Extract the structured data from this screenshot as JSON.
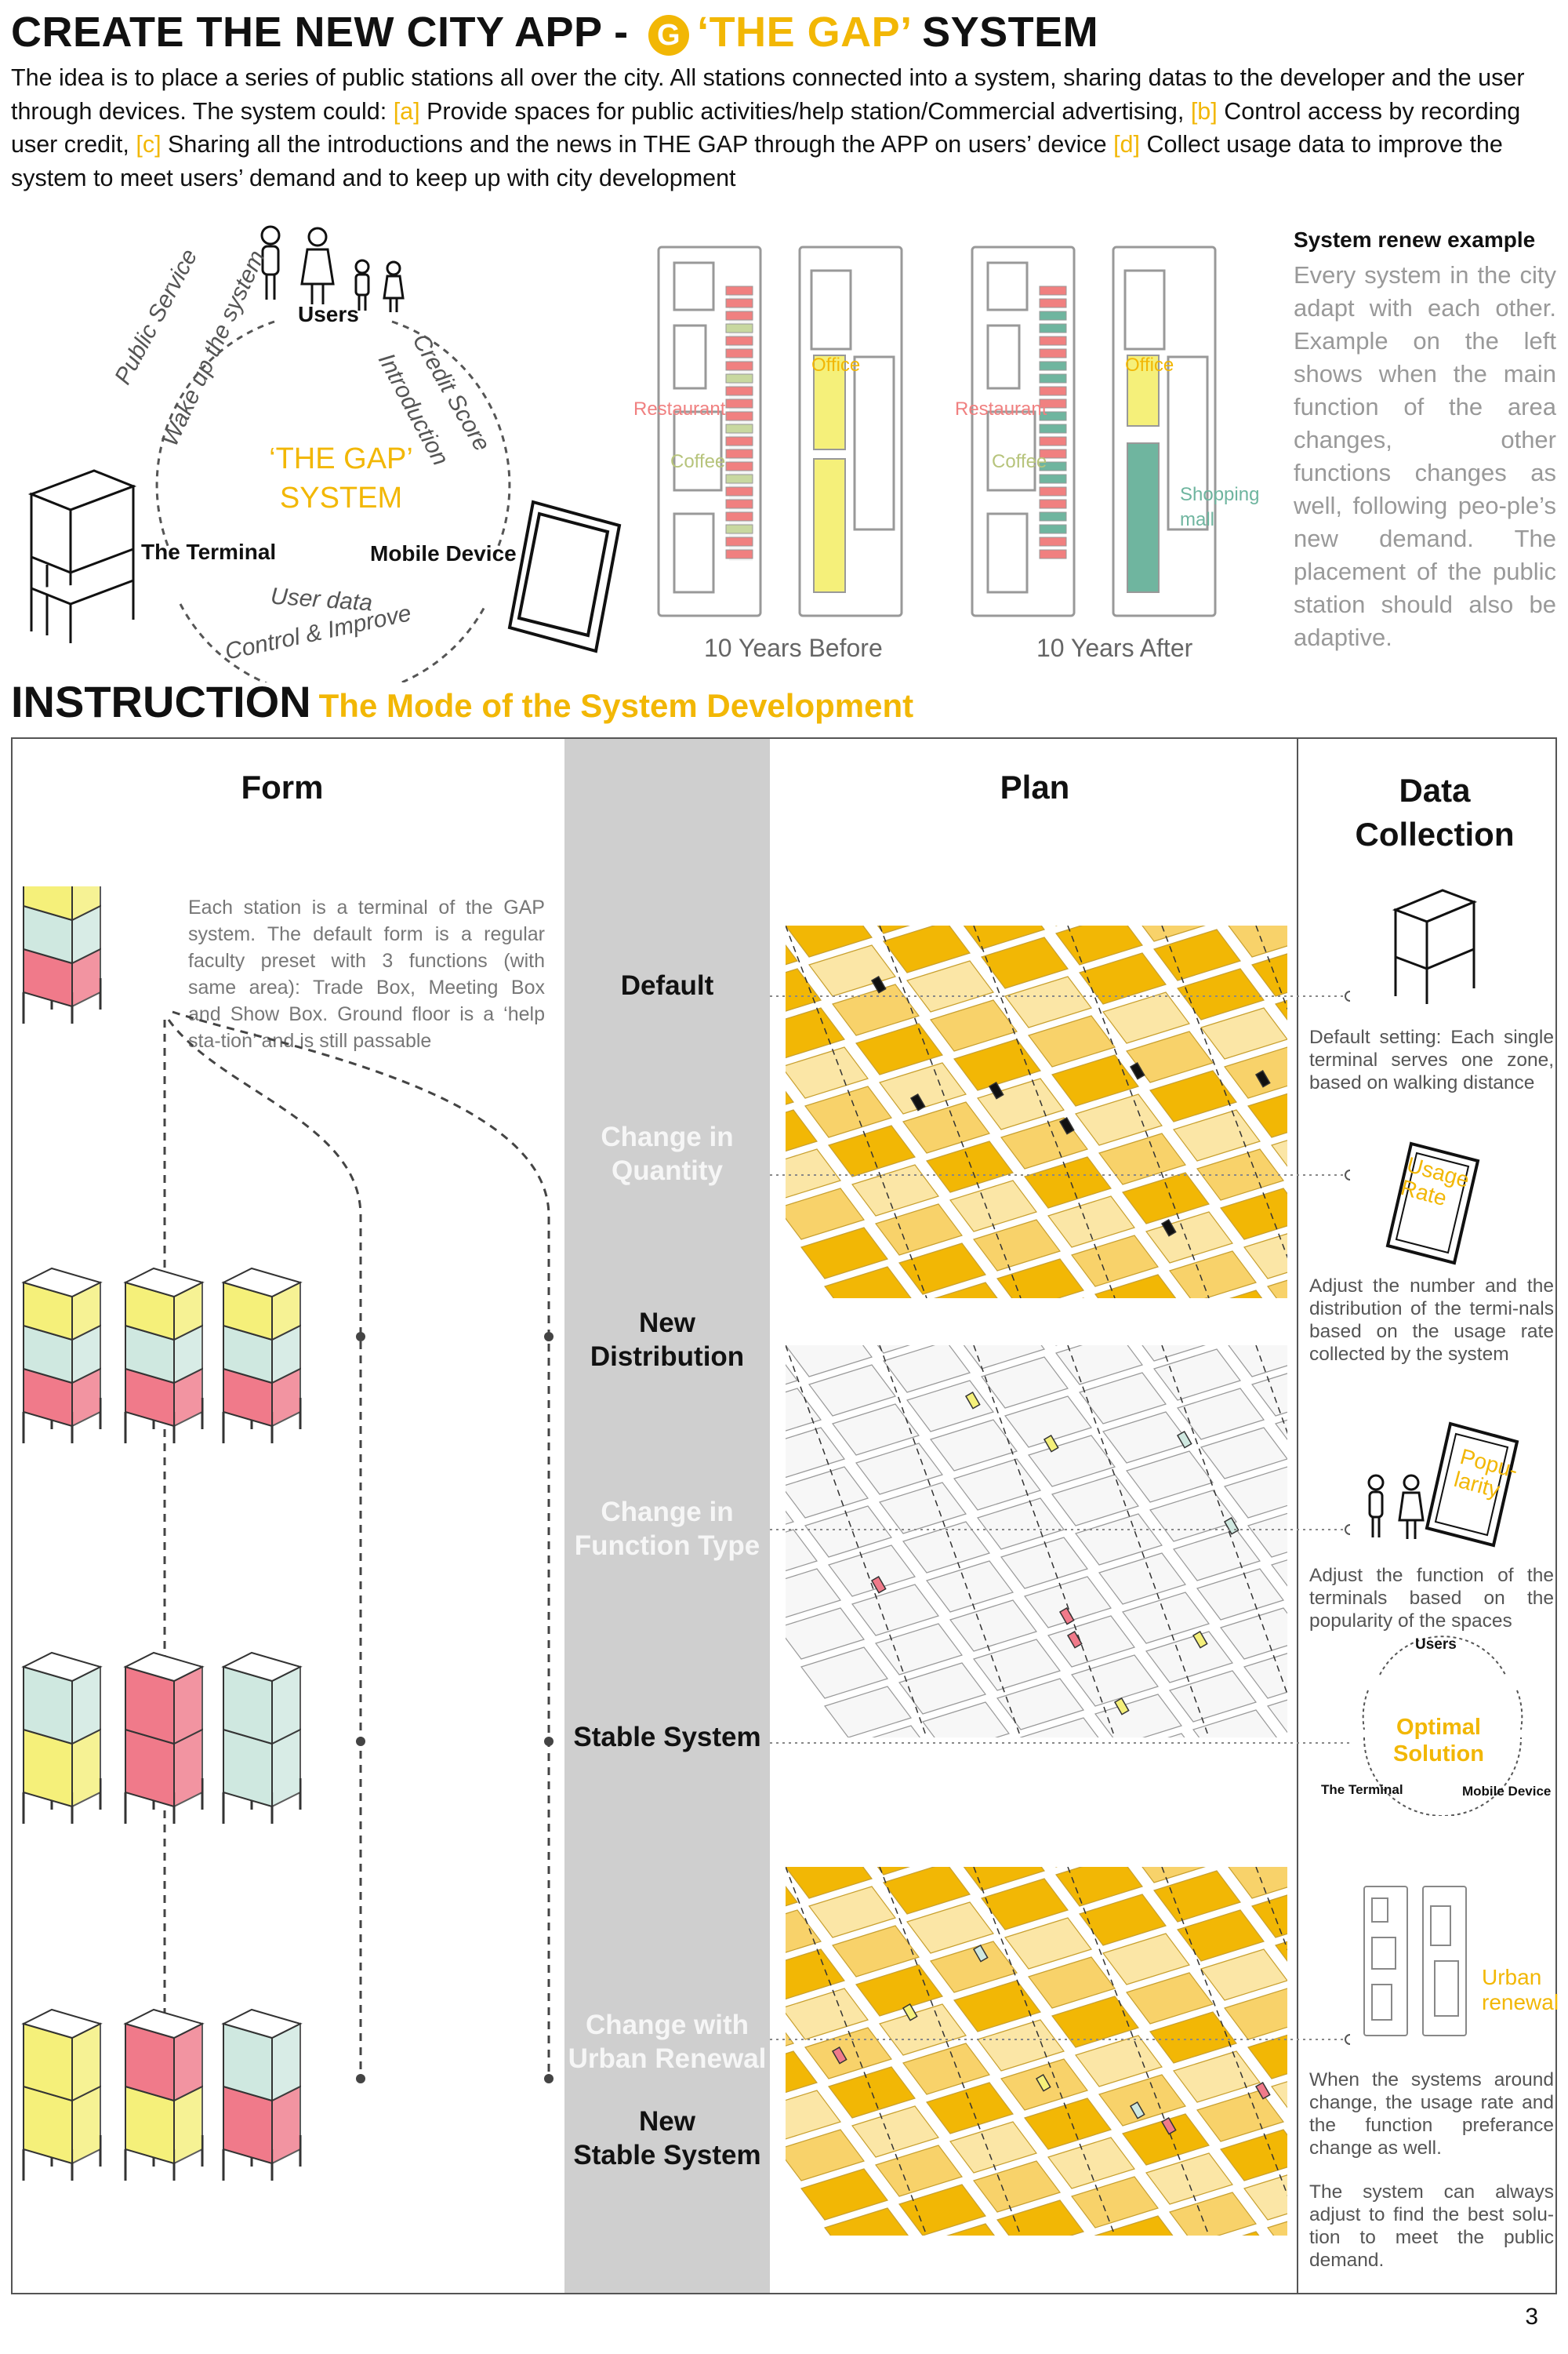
{
  "header": {
    "title_main": "CREATE THE NEW CITY APP - ",
    "badge": "G",
    "title_gap": "‘THE GAP’",
    "title_end": " SYSTEM",
    "intro": [
      {
        "t": "The idea is to place a series of public stations all over the city. All stations connected into a system, sharing datas to the developer and the user through devices. The system could: "
      },
      {
        "t": "[a]",
        "tag": true
      },
      {
        "t": " Provide spaces for public activities/help station/Commercial advertising, "
      },
      {
        "t": "[b]",
        "tag": true
      },
      {
        "t": " Control access by recording user credit, "
      },
      {
        "t": "[c]",
        "tag": true
      },
      {
        "t": " Sharing all the introductions and the news in THE GAP through the APP on users’ device "
      },
      {
        "t": "[d]",
        "tag": true
      },
      {
        "t": " Collect usage data to improve the system to meet users’ demand and to keep up with city development"
      }
    ]
  },
  "cycle": {
    "users": "Users",
    "terminal": "The Terminal",
    "mobile": "Mobile Device",
    "center_line1": "‘THE GAP’",
    "center_line2": "SYSTEM",
    "arc_left_1": "Public Service",
    "arc_left_2": "Wake up the system",
    "arc_right_1": "Credit Score",
    "arc_right_2": "Introduction",
    "arc_bottom_1": "User data",
    "arc_bottom_2": "Control & Improve"
  },
  "renew_maps": {
    "before_caption": "10 Years Before",
    "after_caption": "10 Years After",
    "labels": {
      "office": "Office",
      "restaurant": "Restaurant",
      "coffee": "Coffee",
      "shopping": "Shopping mall"
    },
    "colors": {
      "yellow": "#f5f07a",
      "red": "#f08080",
      "green_bar": "#c8d8a0",
      "teal": "#6fb59f"
    }
  },
  "renew_text": {
    "title": "System renew example",
    "body": "Every system in the city adapt with each other. Example on the left shows when the main function of the area changes, other functions changes as well, following peo-ple’s new demand. The placement of the public station should also be adaptive."
  },
  "instruction": {
    "title": "INSTRUCTION",
    "subtitle": "The Mode of the System Development",
    "col_form": "Form",
    "col_plan": "Plan",
    "col_data_1": "Data",
    "col_data_2": "Collection",
    "form_desc": "Each station is a terminal of the GAP system. The default form is a regular faculty preset with 3 functions (with same area): Trade Box, Meeting Box and Show Box. Ground floor is a ‘help sta-tion’ and is still passable",
    "modes": {
      "default": "Default",
      "change_qty_1": "Change in",
      "change_qty_2": "Quantity",
      "new_dist_1": "New",
      "new_dist_2": "Distribution",
      "change_func_1": "Change in",
      "change_func_2": "Function Type",
      "stable": "Stable System",
      "urban_1": "Change with",
      "urban_2": "Urban Renewal",
      "new_stable_1": "New",
      "new_stable_2": "Stable System"
    },
    "data_collection": {
      "default_setting": "Default setting: Each single terminal serves one zone, based on walking distance",
      "usage_rate": "Usage Rate",
      "adjust_number": "Adjust the number and the distribution of the termi-nals based on the usage rate collected by the system",
      "popularity": "Popu-larity",
      "adjust_function": "Adjust the function of the terminals based on the popularity of the spaces",
      "optimal_users": "Users",
      "optimal_1": "Optimal",
      "optimal_2": "Solution",
      "optimal_terminal": "The Terminal",
      "optimal_mobile": "Mobile Device",
      "urban_renewal": "Urban renewal",
      "systems_change": "When the systems around change, the usage rate and the function preferance change as well.",
      "always_adjust": "The system can always adjust to find the best solu-tion to meet the public demand."
    }
  },
  "colors": {
    "accent": "#f2b705",
    "trade": "#f5f07a",
    "meeting": "#cfe8e0",
    "show": "#f07a8a",
    "gray_col": "#cfcfcf"
  },
  "page_number": "3"
}
